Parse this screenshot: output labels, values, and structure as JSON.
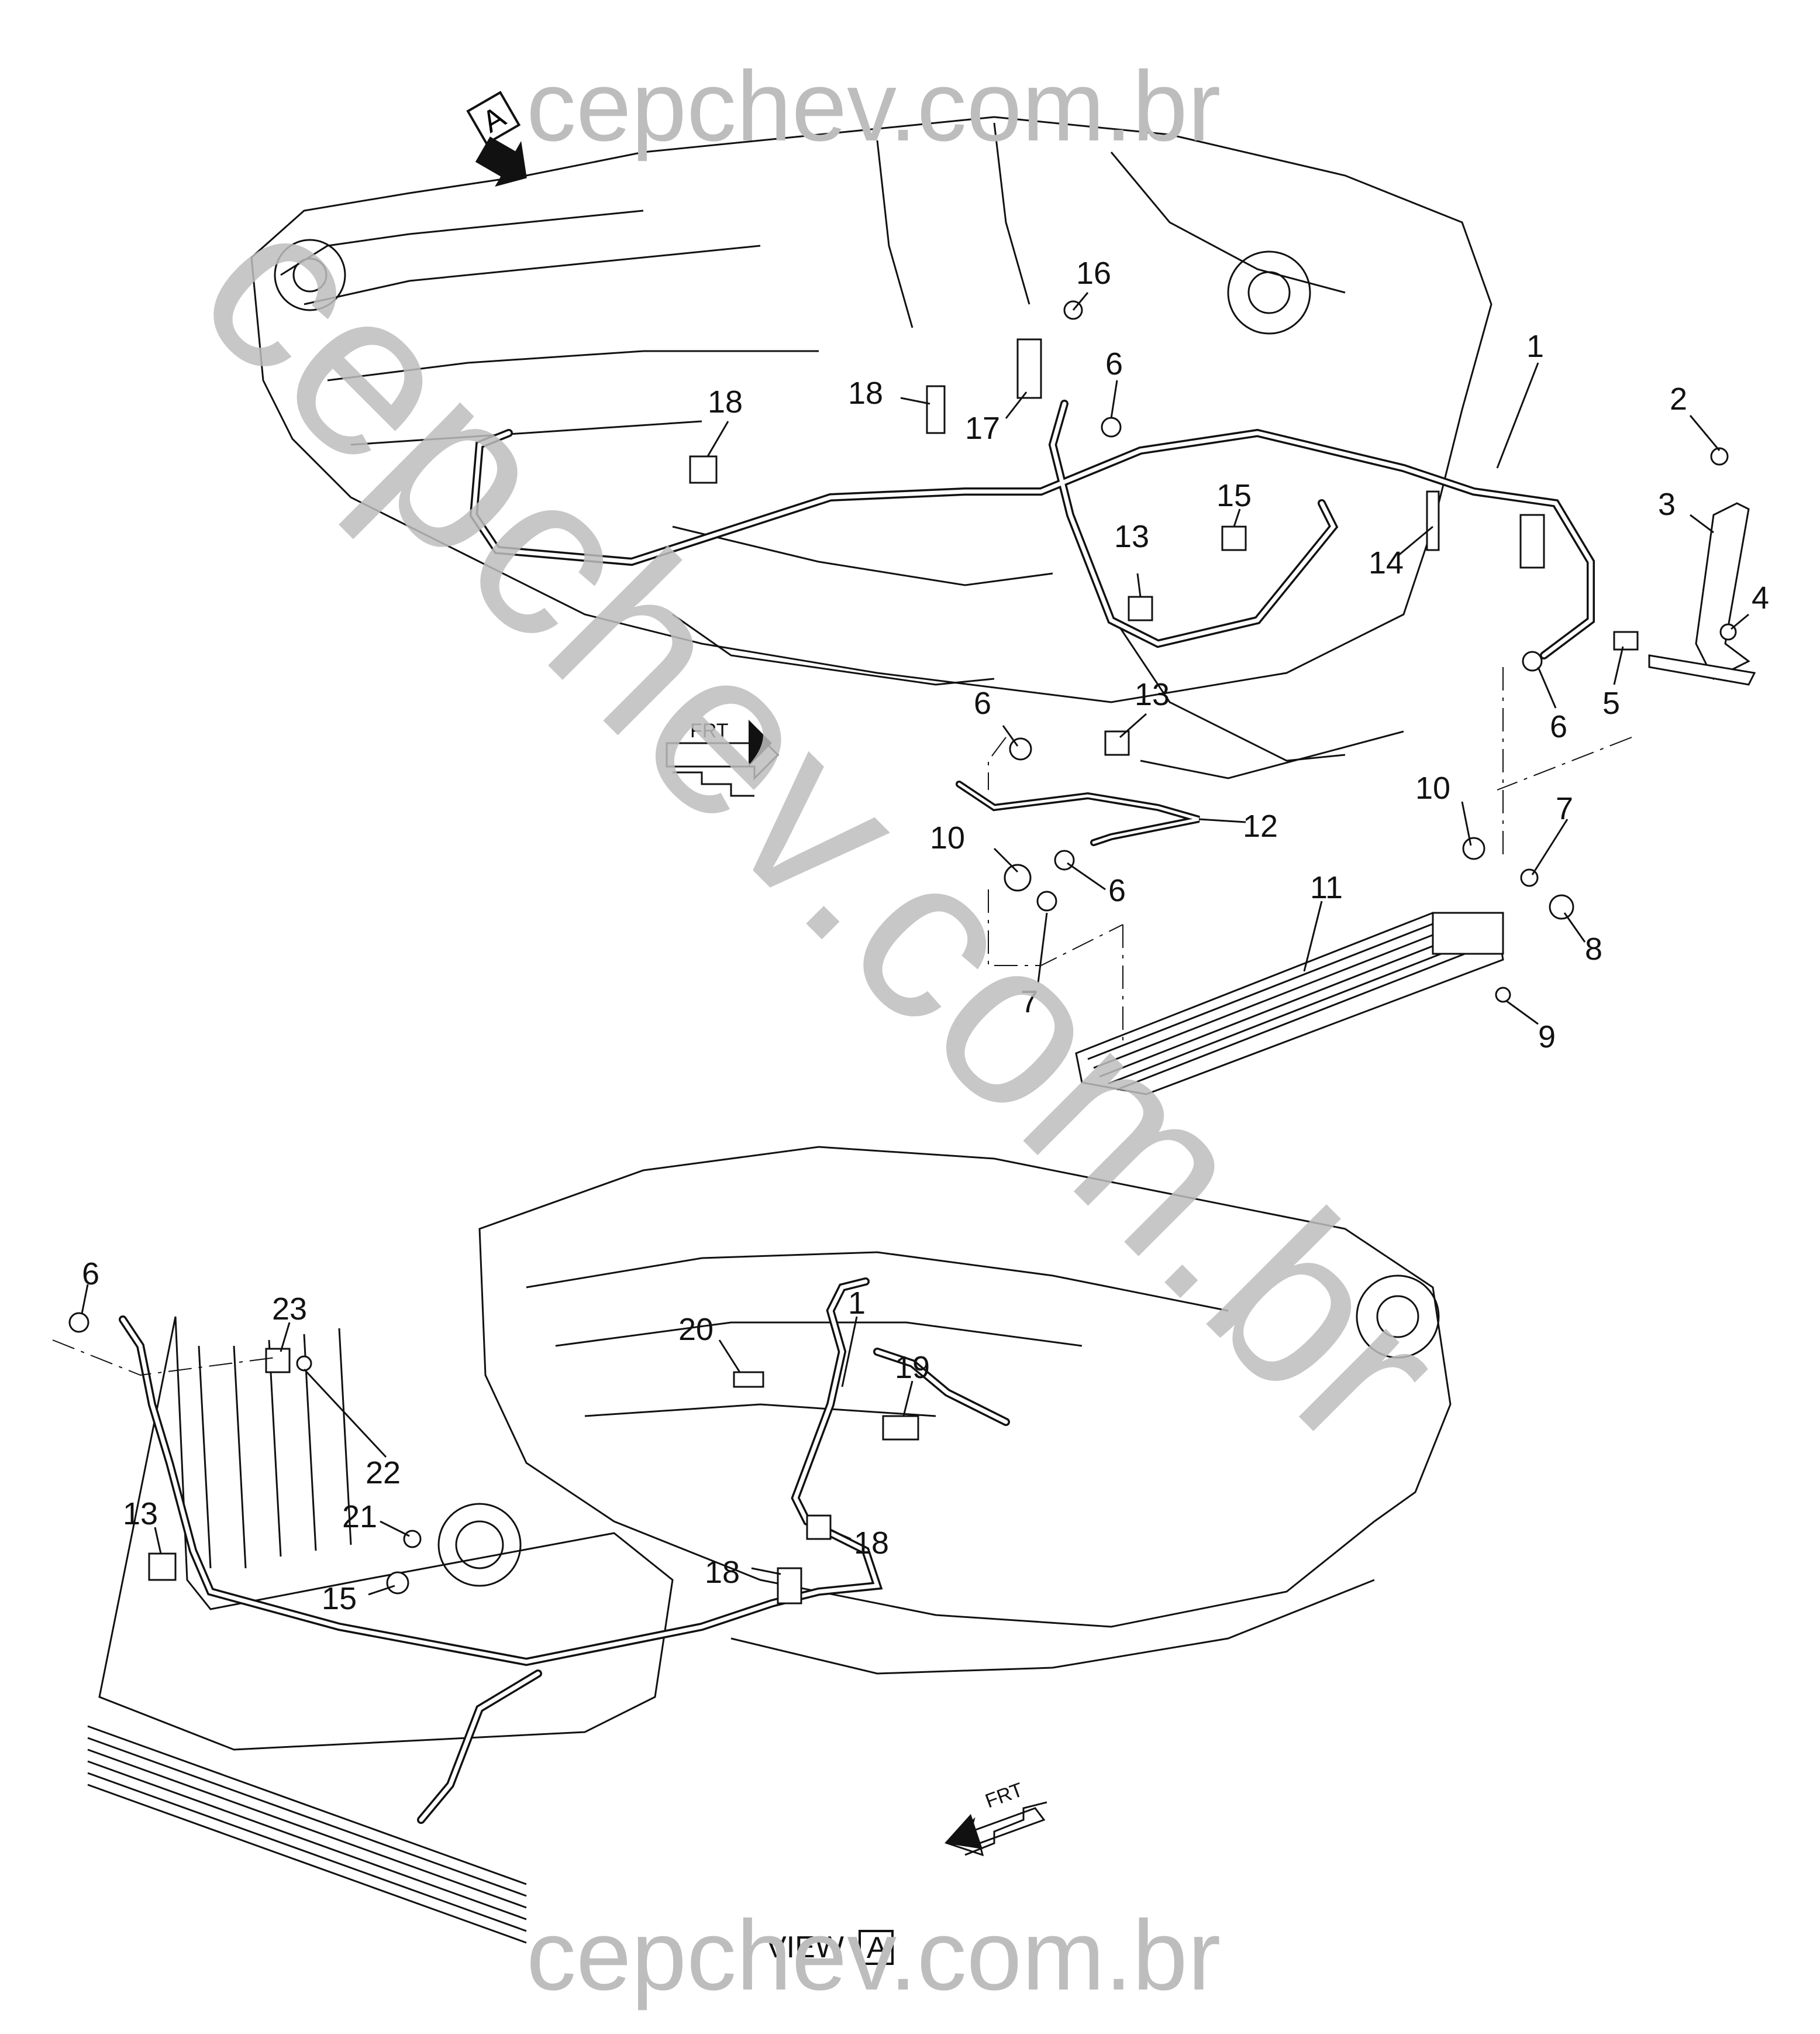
{
  "watermark": {
    "top": "cepchev.com.br",
    "diagonal": "cepchev.com.br",
    "bottom": "cepchev.com.br"
  },
  "view_marker": {
    "letter": "A",
    "caption_prefix": "VIEW",
    "caption_letter": "A"
  },
  "direction_labels": {
    "front_upper": "FRT",
    "front_lower": "FRT"
  },
  "callouts_upper": [
    "16",
    "6",
    "1",
    "2",
    "18",
    "18",
    "17",
    "3",
    "15",
    "4",
    "13",
    "14",
    "5",
    "6",
    "6",
    "13",
    "10",
    "7",
    "12",
    "10",
    "6",
    "11",
    "8",
    "7",
    "9"
  ],
  "callouts_lower": [
    "6",
    "23",
    "20",
    "1",
    "19",
    "22",
    "13",
    "21",
    "18",
    "18",
    "15"
  ],
  "colors": {
    "line": "#111111",
    "watermark": "#bdbdbd",
    "background": "#ffffff"
  }
}
